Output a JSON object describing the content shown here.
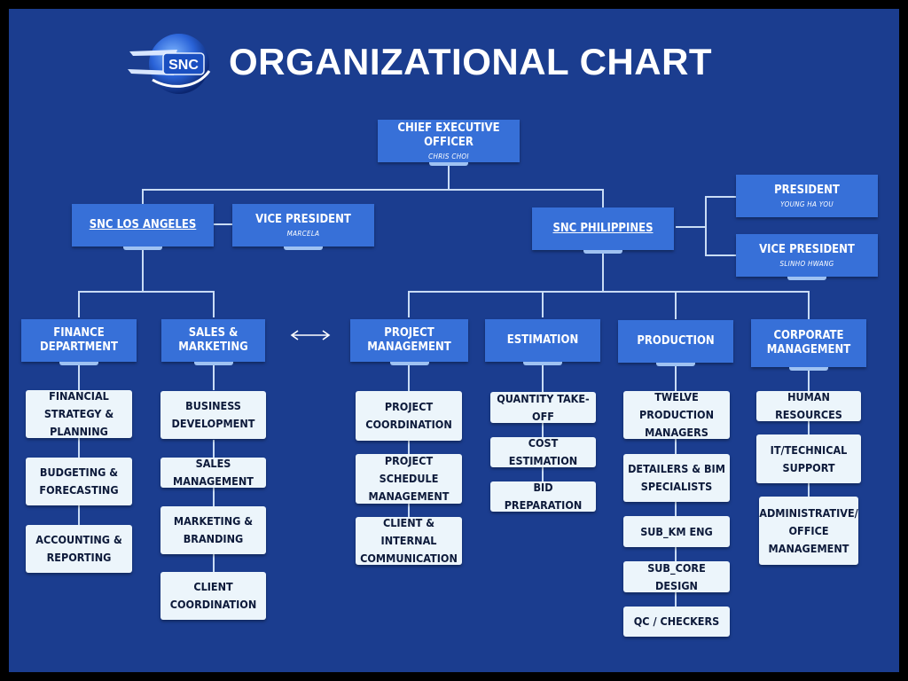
{
  "header": {
    "title": "ORGANIZATIONAL CHART",
    "logo_text": "SNC"
  },
  "ceo": {
    "title": "CHIEF EXECUTIVE OFFICER",
    "name": "CHRIS CHOI"
  },
  "la": {
    "title": "SNC LOS ANGELES",
    "vp": {
      "title": "VICE PRESIDENT",
      "name": "MARCELA"
    }
  },
  "ph": {
    "title": "SNC PHILIPPINES",
    "president": {
      "title": "PRESIDENT",
      "name": "YOUNG HA YOU"
    },
    "vp": {
      "title": "VICE PRESIDENT",
      "name": "SLINHO HWANG"
    }
  },
  "departments": [
    {
      "name": "FINANCE DEPARTMENT",
      "tasks": [
        "FINANCIAL STRATEGY & PLANNING",
        "BUDGETING & FORECASTING",
        "ACCOUNTING & REPORTING"
      ]
    },
    {
      "name": "SALES & MARKETING",
      "tasks": [
        "BUSINESS DEVELOPMENT",
        "SALES MANAGEMENT",
        "MARKETING & BRANDING",
        "CLIENT COORDINATION"
      ]
    },
    {
      "name": "PROJECT MANAGEMENT",
      "tasks": [
        "PROJECT COORDINATION",
        "PROJECT SCHEDULE MANAGEMENT",
        "CLIENT & INTERNAL COMMUNICATION"
      ]
    },
    {
      "name": "ESTIMATION",
      "tasks": [
        "QUANTITY TAKE-OFF",
        "COST ESTIMATION",
        "BID PREPARATION"
      ]
    },
    {
      "name": "PRODUCTION",
      "tasks": [
        "TWELVE PRODUCTION MANAGERS",
        "DETAILERS & BIM SPECIALISTS",
        "SUB_KM ENG",
        "SUB_CORE DESIGN",
        "QC / CHECKERS"
      ]
    },
    {
      "name": "CORPORATE MANAGEMENT",
      "tasks": [
        "HUMAN RESOURCES",
        "IT/TECHNICAL SUPPORT",
        "ADMINISTRATIVE/ OFFICE MANAGEMENT"
      ]
    }
  ],
  "colors": {
    "background": "#1b3d8f",
    "box_fill": "#3770d8",
    "task_fill": "#ecf5fb",
    "connector": "#c9dcf5"
  }
}
